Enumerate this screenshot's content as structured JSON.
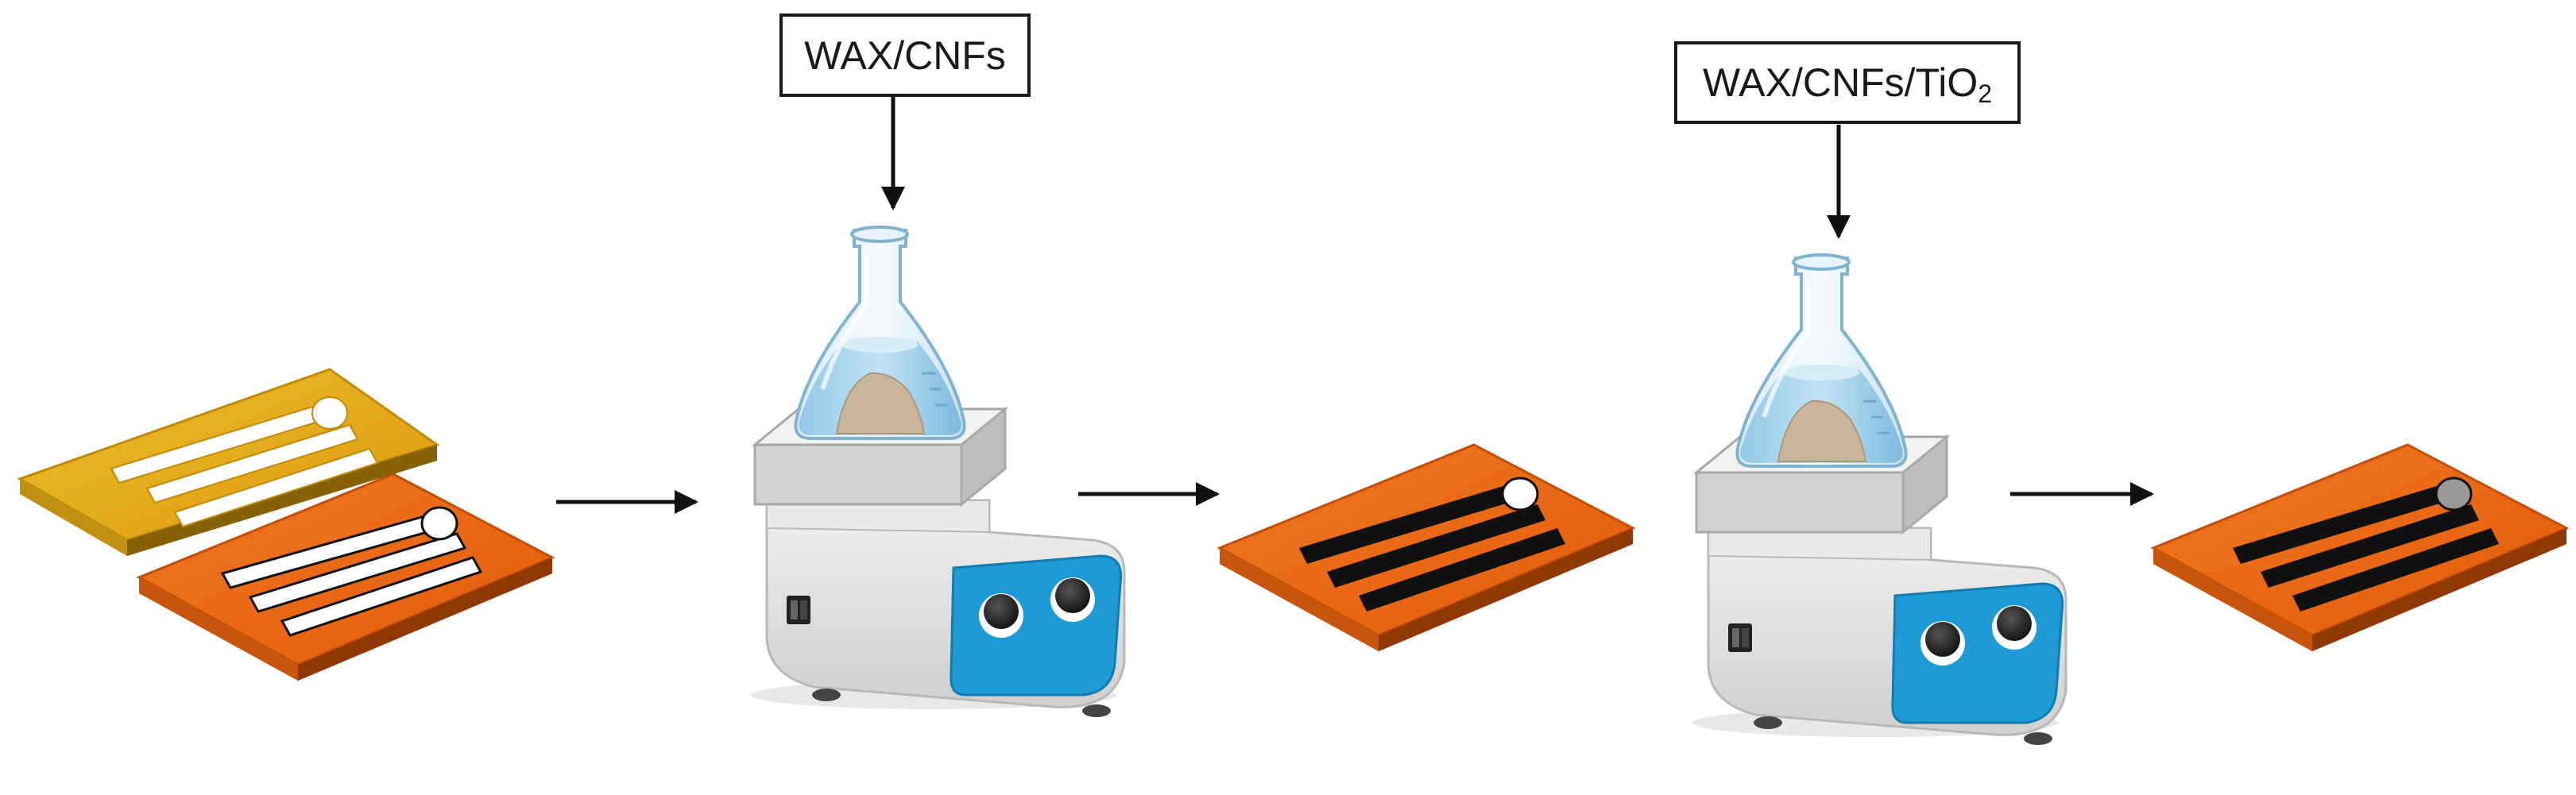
{
  "labels": {
    "step1": "WAX/CNFs",
    "step2_main": "WAX/CNFs/TiO",
    "step2_sub": "2"
  },
  "colors": {
    "gold_electrode": "#e3a816",
    "orange_electrode": "#e9650f",
    "trace_white": "#ffffff",
    "trace_black": "#111111",
    "pad_gray": "#9a9a9a",
    "liquid": "#a9d3ec",
    "powder": "#c8b59a",
    "knob_panel": "#1e9ad6",
    "stirrer_body": "#e4e4e2"
  },
  "icons": [
    "gold-electrode-icon",
    "orange-electrode-icon",
    "magnetic-stirrer-icon",
    "erlenmeyer-flask-icon",
    "arrow-right-icon",
    "arrow-down-icon"
  ]
}
